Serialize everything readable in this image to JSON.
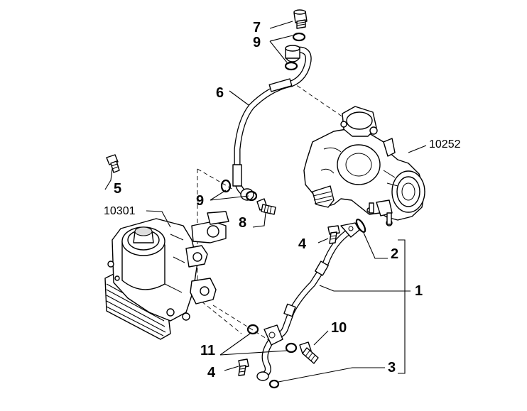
{
  "diagram": {
    "title": "Turbocharger oil feed and return pipes exploded view",
    "callouts": {
      "c7": "7",
      "c9_top": "9",
      "c6": "6",
      "c10252": "10252",
      "c5": "5",
      "c9_mid": "9",
      "c10301": "10301",
      "c8": "8",
      "c4_top": "4",
      "c2": "2",
      "c1": "1",
      "c10": "10",
      "c11": "11",
      "c4_bottom": "4",
      "c3": "3"
    }
  }
}
